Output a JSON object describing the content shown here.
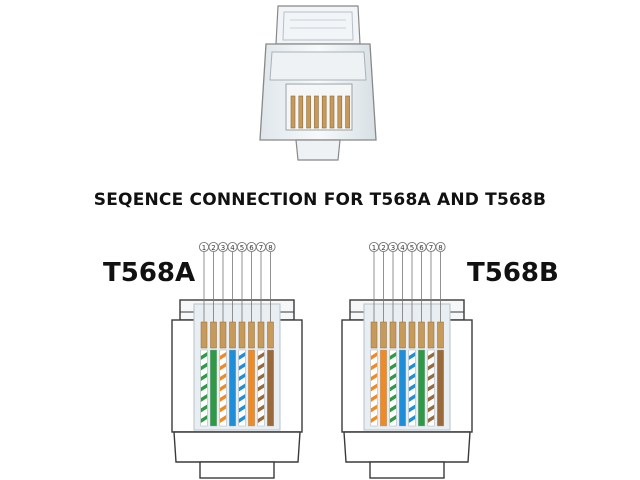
{
  "heading": "SEQENCE CONNECTION FOR T568A AND T568B",
  "standards": [
    {
      "label": "T568A",
      "pins": [
        "1",
        "2",
        "3",
        "4",
        "5",
        "6",
        "7",
        "8"
      ],
      "wires": [
        {
          "base": "#ffffff",
          "stripe": "#2e9a46"
        },
        {
          "base": "#2e9a46",
          "stripe": "#2e9a46"
        },
        {
          "base": "#ffffff",
          "stripe": "#f08a24"
        },
        {
          "base": "#1e8ed8",
          "stripe": "#1e8ed8"
        },
        {
          "base": "#ffffff",
          "stripe": "#1e8ed8"
        },
        {
          "base": "#f08a24",
          "stripe": "#f08a24"
        },
        {
          "base": "#ffffff",
          "stripe": "#9b6a3a"
        },
        {
          "base": "#9b6a3a",
          "stripe": "#9b6a3a"
        }
      ]
    },
    {
      "label": "T568B",
      "pins": [
        "1",
        "2",
        "3",
        "4",
        "5",
        "6",
        "7",
        "8"
      ],
      "wires": [
        {
          "base": "#ffffff",
          "stripe": "#f08a24"
        },
        {
          "base": "#f08a24",
          "stripe": "#f08a24"
        },
        {
          "base": "#ffffff",
          "stripe": "#2e9a46"
        },
        {
          "base": "#1e8ed8",
          "stripe": "#1e8ed8"
        },
        {
          "base": "#ffffff",
          "stripe": "#1e8ed8"
        },
        {
          "base": "#2e9a46",
          "stripe": "#2e9a46"
        },
        {
          "base": "#ffffff",
          "stripe": "#9b6a3a"
        },
        {
          "base": "#9b6a3a",
          "stripe": "#9b6a3a"
        }
      ]
    }
  ],
  "colors": {
    "gold_contact": "#c89a5a",
    "outline": "#3a3a3a",
    "plug_shade": "#e8eef2"
  }
}
